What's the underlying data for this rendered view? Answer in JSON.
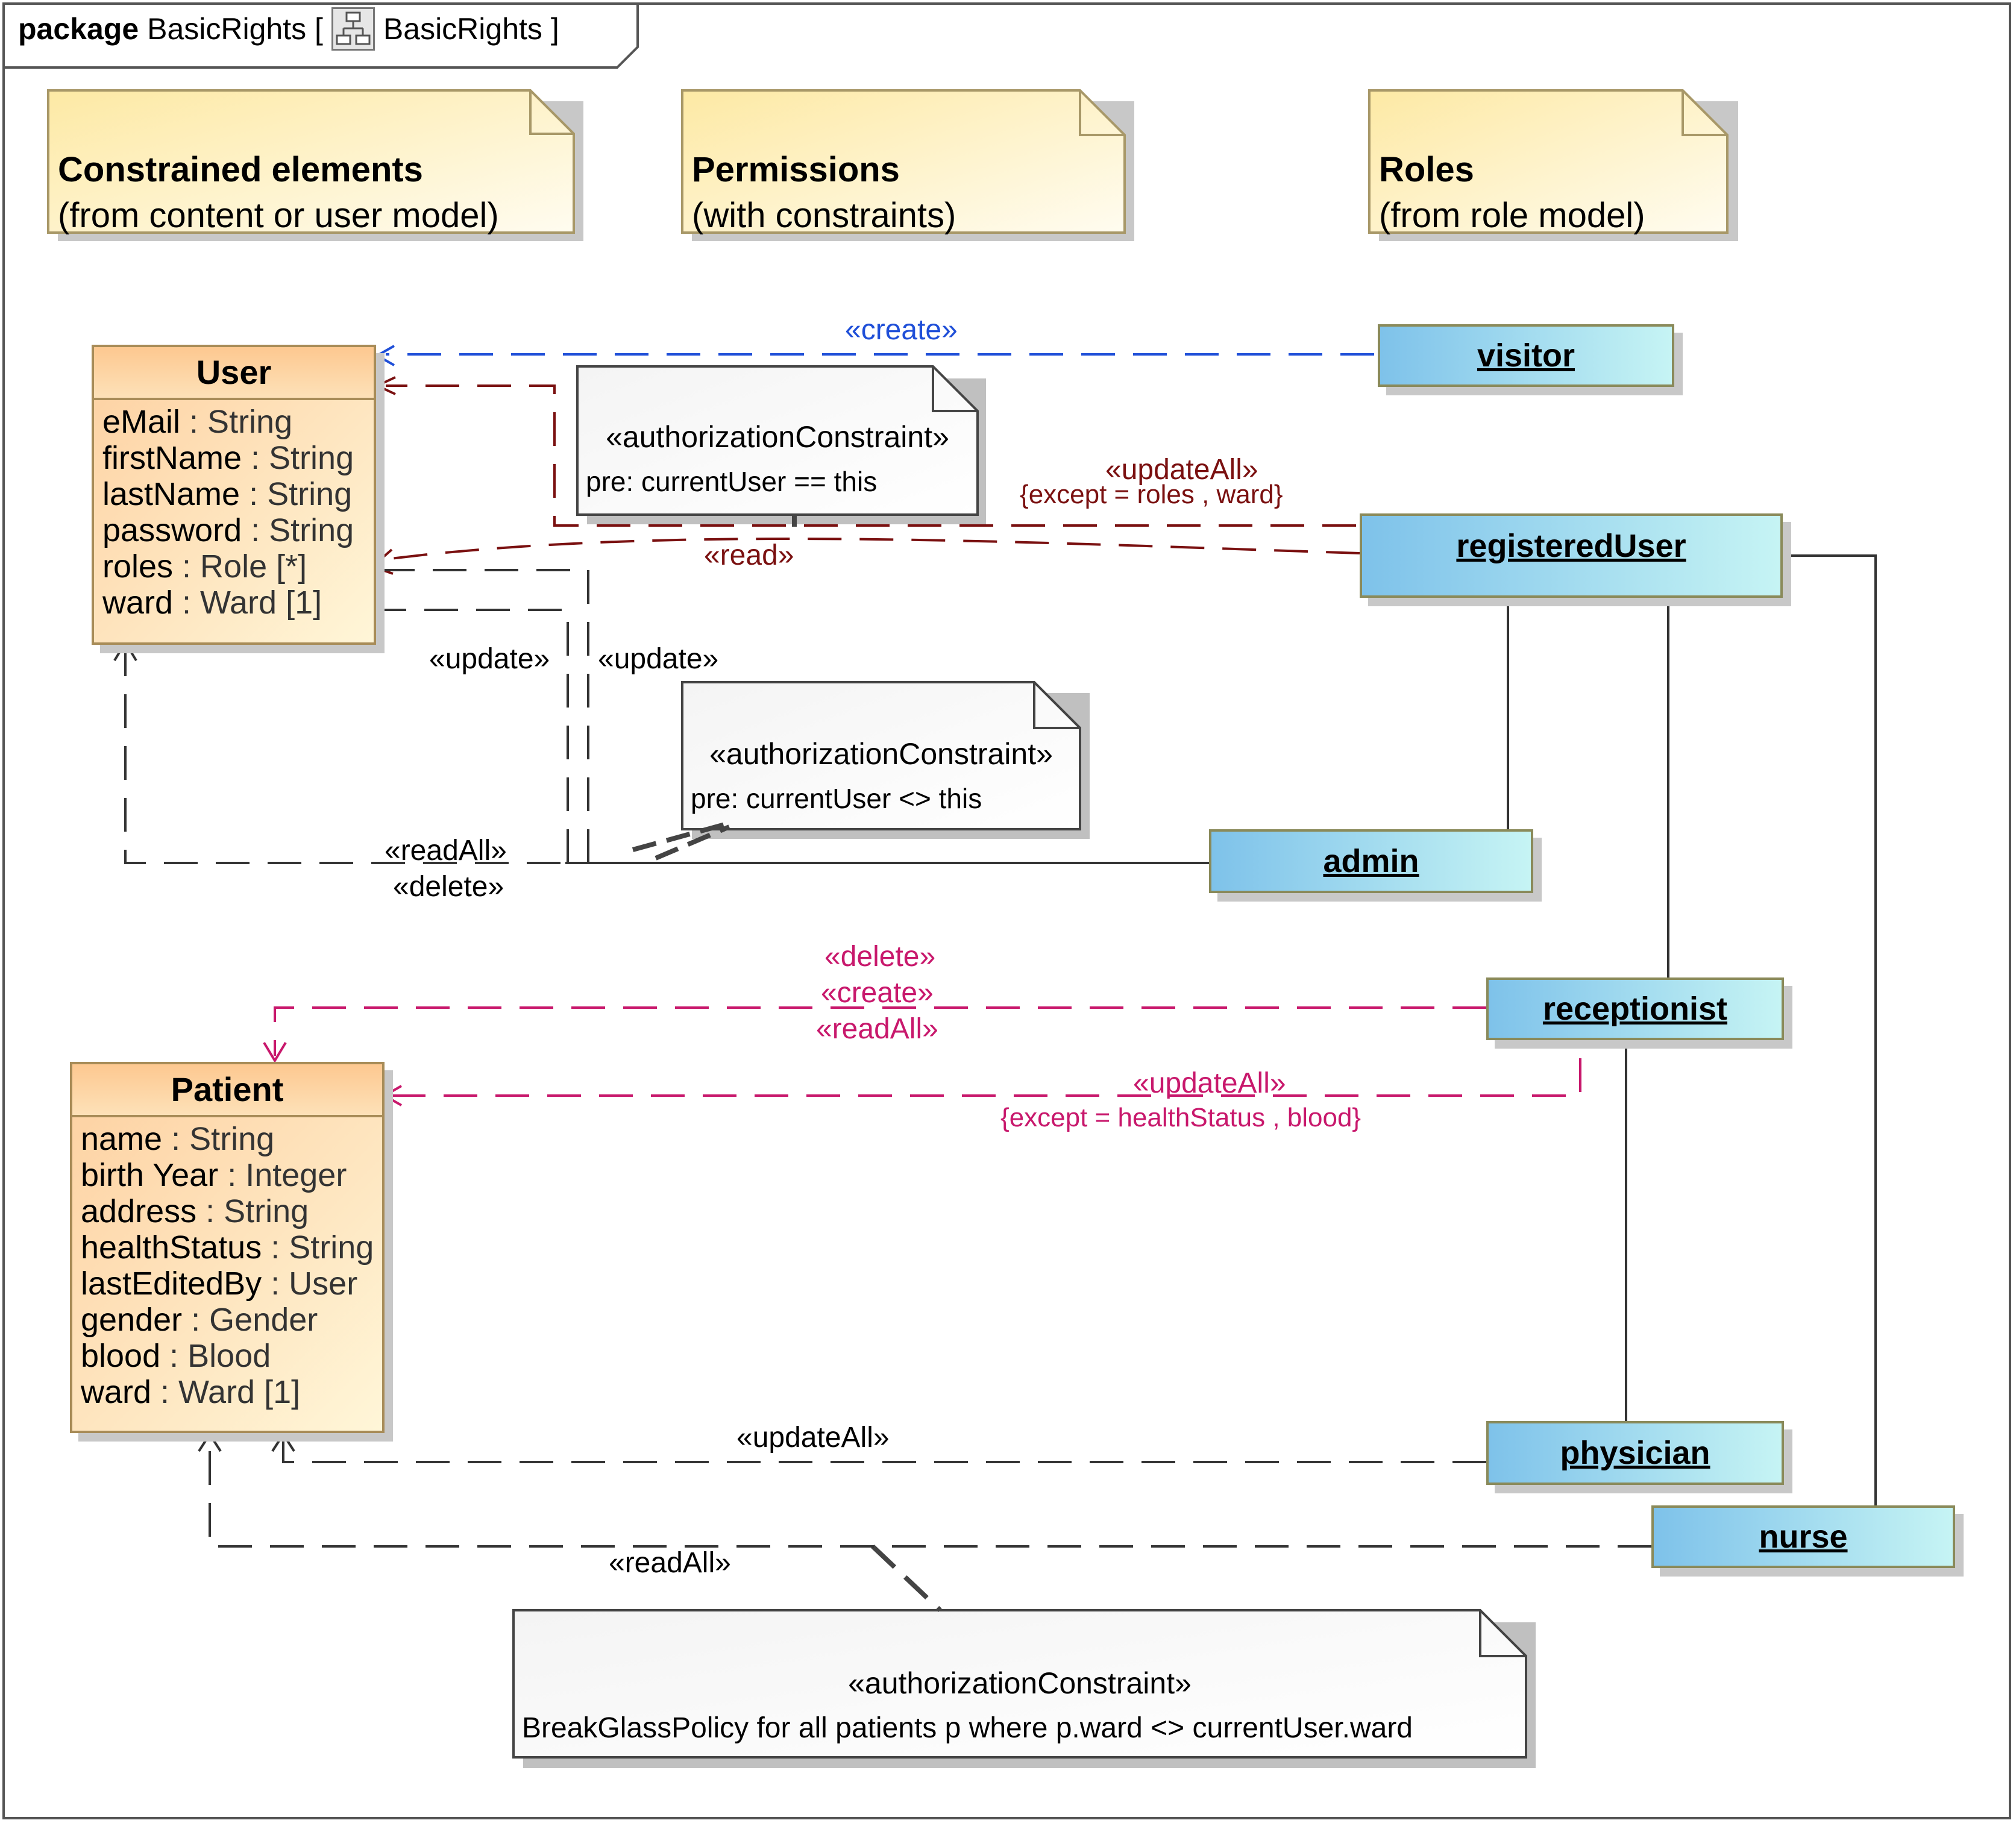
{
  "frame": {
    "keyword": "package",
    "name": "BasicRights [",
    "diagram_name": "BasicRights",
    "close": "]"
  },
  "legend_notes": {
    "constrained": {
      "title": "Constrained elements",
      "subtitle": "(from content or user model)"
    },
    "permissions": {
      "title": "Permissions",
      "subtitle": "(with constraints)"
    },
    "roles": {
      "title": "Roles",
      "subtitle": "(from role model)"
    }
  },
  "classes": {
    "user": {
      "name": "User",
      "attributes": [
        {
          "name": "eMail",
          "type": " : String"
        },
        {
          "name": "firstName",
          "type": " : String"
        },
        {
          "name": "lastName",
          "type": " : String"
        },
        {
          "name": "password",
          "type": "  : String"
        },
        {
          "name": "roles",
          "type": " : Role [*]"
        },
        {
          "name": "ward",
          "type": " :  Ward [1]"
        }
      ]
    },
    "patient": {
      "name": "Patient",
      "attributes": [
        {
          "name": "name",
          "type": " : String"
        },
        {
          "name": "birth Year",
          "type": " : Integer"
        },
        {
          "name": "address",
          "type": " : String"
        },
        {
          "name": "healthStatus",
          "type": " : String"
        },
        {
          "name": "lastEditedBy",
          "type": " : User"
        },
        {
          "name": "gender",
          "type": " : Gender"
        },
        {
          "name": "blood",
          "type": " : Blood"
        },
        {
          "name": "ward",
          "type": " : Ward [1]"
        }
      ]
    }
  },
  "roles": {
    "visitor": "visitor",
    "registered_user": "registeredUser",
    "admin": "admin",
    "receptionist": "receptionist",
    "physician": "physician",
    "nurse": "nurse"
  },
  "constraint_notes": {
    "self": {
      "stereotype": "«authorizationConstraint»",
      "body": "pre: currentUser == this"
    },
    "other": {
      "stereotype": "«authorizationConstraint»",
      "body": "pre: currentUser <> this"
    },
    "breakglass": {
      "stereotype": "«authorizationConstraint»",
      "body": "BreakGlassPolicy for all patients p where p.ward <> currentUser.ward"
    }
  },
  "permissions": {
    "visitor_create": "«create»",
    "reg_update_all": "«updateAll»",
    "reg_update_all_except": "{except = roles , ward}",
    "reg_read": "«read»",
    "admin_update_left": "«update»",
    "admin_update_right": "«update»",
    "admin_read_all": "«readAll»",
    "admin_delete": "«delete»",
    "recep_delete": "«delete»",
    "recep_create": "«create»",
    "recep_read_all": "«readAll»",
    "recep_update_all": "«updateAll»",
    "recep_update_all_except": "{except = healthStatus  , blood}",
    "phys_update_all": "«updateAll»",
    "nurse_read_all": "«readAll»"
  },
  "colors": {
    "visitor_link": "#1f4fd8",
    "registered_user_link": "#7a1010",
    "receptionist_link": "#c8186c",
    "default_link": "#333333"
  }
}
